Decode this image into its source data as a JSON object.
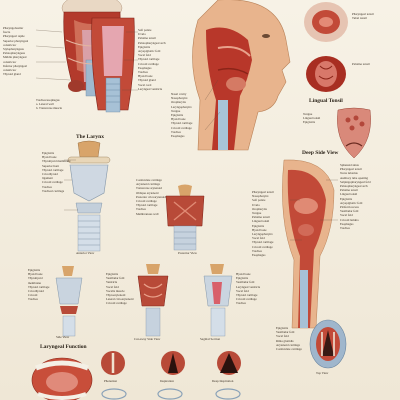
{
  "top": {
    "left_labels": [
      "Pharyngobasilar",
      "fascia",
      "Pharyngeal raphe",
      "Superior pharyngeal",
      "constrictor",
      "Stylopharyngeus",
      "Palatopharyngeus",
      "Middle pharyngeal",
      "constrictor",
      "Inferior pharyngeal",
      "constrictor",
      "Thyroid gland"
    ],
    "bottom_labels": [
      "Trachea/esophagus",
      "a. Lateral wall",
      "b. Transverse muscle"
    ],
    "center_labels": [
      "Soft palate",
      "Uvula",
      "Palatine tonsil",
      "Palatopharyngeal arch",
      "Epiglottis",
      "Aryepiglottic fold",
      "Vocal fold",
      "Thyroid cartilage",
      "Cricoid cartilage",
      "Esophagus",
      "Trachea",
      "Hyoid bone",
      "Thyroid gland",
      "Vocal cord",
      "Laryngeal ventricle"
    ],
    "right_top": [
      "Pharyngeal tonsil",
      "Tubal tonsil"
    ],
    "right_mid": [
      "Palatine tonsil"
    ],
    "lingual": {
      "title": "Lingual Tonsil",
      "labels": [
        "Tongue",
        "Lingual tonsil",
        "Epiglottis"
      ]
    },
    "head_labels": [
      "Nasal cavity",
      "Nasopharynx",
      "Oropharynx",
      "Laryngopharynx",
      "Tongue",
      "Epiglottis",
      "Hyoid bone",
      "Thyroid cartilage",
      "Cricoid cartilage",
      "Trachea",
      "Esophagus"
    ]
  },
  "larynx": {
    "title": "The Larynx",
    "anterior_caption": "Anterior View",
    "posterior_caption": "Posterior View",
    "left_labels": [
      "Epiglottis",
      "Hyoid bone",
      "Thyrohyoid membrane",
      "Superior horn",
      "Thyroid cartilage",
      "Cricothyroid",
      "ligament",
      "Cricoid cartilage",
      "Trachea",
      "Tracheal cartilage"
    ],
    "mid_labels": [
      "Corniculate cartilage",
      "Arytenoid cartilage",
      "Transverse arytenoid",
      "Oblique arytenoid",
      "Posterior cricoarytenoid",
      "Cricoid cartilage",
      "Thyroid cartilage",
      "Trachea",
      "Membranous wall"
    ]
  },
  "deep": {
    "title": "Deep Side View",
    "left_labels": [
      "Pharyngeal tonsil",
      "Nasopharynx",
      "Soft palate",
      "Uvula",
      "Oropharynx",
      "Tongue",
      "Palatine tonsil",
      "Lingual tonsil",
      "Epiglottis",
      "Hyoid bone",
      "Laryngopharynx",
      "Vocal fold",
      "Thyroid cartilage",
      "Cricoid cartilage",
      "Trachea",
      "Esophagus"
    ],
    "right_labels": [
      "Sphenoid sinus",
      "Pharyngeal tonsil",
      "Torus tubarius",
      "Auditory tube opening",
      "Salpingopharyngeal fold",
      "Palatopharyngeal arch",
      "Palatine tonsil",
      "Lingual tonsil",
      "Epiglottis",
      "Aryepiglottic fold",
      "Piriform recess",
      "Vestibular fold",
      "Vocal fold",
      "Cricoid lamina",
      "Esophagus",
      "Trachea"
    ]
  },
  "bottom": {
    "side_caption": "Side View",
    "cutaway_caption": "Cut-away Side View",
    "sagittal_caption": "Sagittal Section",
    "top_view_caption": "Top View",
    "function_title": "Laryngeal Function",
    "phonation": "Phonation",
    "inspiration": "Inspiration",
    "deep_inspiration": "Deep Inspiration",
    "side_labels": [
      "Epiglottis",
      "Hyoid bone",
      "Thyrohyoid",
      "membrane",
      "Thyroid cartilage",
      "Cricothyroid",
      "Cricoid",
      "Trachea"
    ],
    "cut_labels": [
      "Epiglottis",
      "Vestibular fold",
      "Ventricle",
      "Vocal fold",
      "Vocalis muscle",
      "Thyroarytenoid",
      "Lateral cricoarytenoid",
      "Cricoid cartilage"
    ],
    "sag_labels": [
      "Hyoid bone",
      "Epiglottis",
      "Vestibular fold",
      "Laryngeal ventricle",
      "Vocal fold",
      "Thyroid cartilage",
      "Cricoid cartilage",
      "Trachea"
    ],
    "top_labels": [
      "Epiglottis",
      "Vestibular fold",
      "Vocal fold",
      "Rima glottidis",
      "Arytenoid cartilage",
      "Corniculate cartilage"
    ]
  }
}
